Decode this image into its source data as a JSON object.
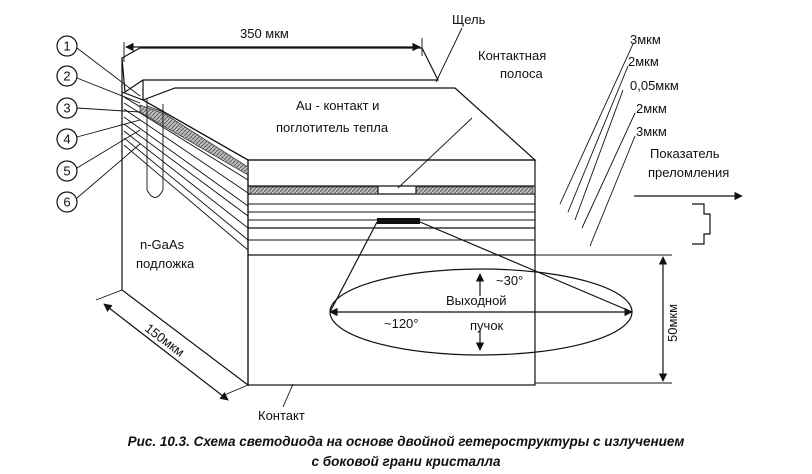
{
  "dimensions": {
    "width": "350 мкм",
    "depth": "150мкм",
    "height": "50мкм"
  },
  "labels": {
    "slit": "Щель",
    "contact_strip_1": "Контактная",
    "contact_strip_2": "полоса",
    "au_contact_1": "Au - контакт и",
    "au_contact_2": "поглотитель тепла",
    "substrate_1": "n-GaAs",
    "substrate_2": "подложка",
    "bottom_contact": "Контакт",
    "refractive_index_1": "Показатель",
    "refractive_index_2": "преломления",
    "output_beam_1": "Выходной",
    "output_beam_2": "пучок",
    "angle_vertical": "~30°",
    "angle_horizontal": "~120°"
  },
  "layer_thicknesses": [
    "3мкм",
    "2мкм",
    "0,05мкм",
    "2мкм",
    "3мкм"
  ],
  "layer_numbers": [
    "1",
    "2",
    "3",
    "4",
    "5",
    "6"
  ],
  "caption": {
    "line1": "Рис. 10.3. Схема светодиода на основе двойной гетероструктуры с излучением",
    "line2": "с боковой грани кристалла"
  }
}
